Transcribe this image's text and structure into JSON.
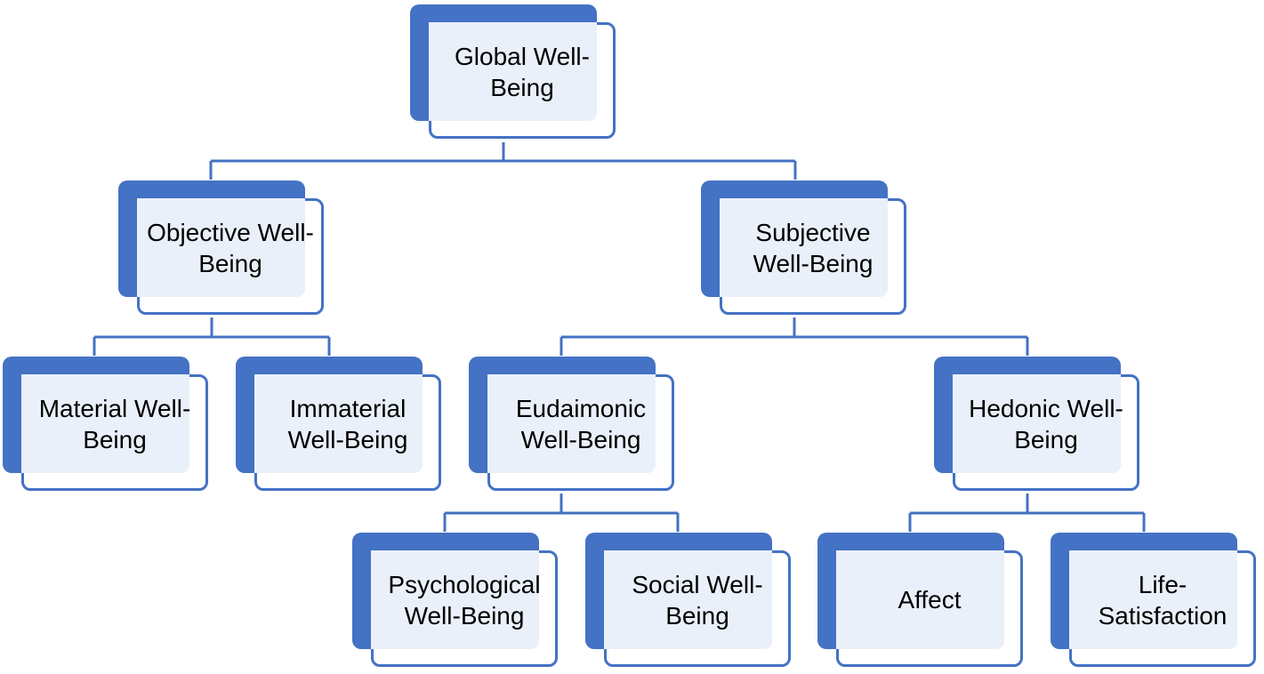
{
  "colors": {
    "accent": "#4472c4",
    "card_fill": "#eaf0f9",
    "text": "#000000"
  },
  "nodes": {
    "global": "Global Well-Being",
    "objective": "Objective Well-Being",
    "subjective": "Subjective Well-Being",
    "material": "Material Well-Being",
    "immaterial": "Immaterial Well-Being",
    "eudaimonic": "Eudaimonic Well-Being",
    "hedonic": "Hedonic Well-Being",
    "psychological": "Psychological Well-Being",
    "social": "Social Well-Being",
    "affect": "Affect",
    "life_satisfaction": "Life-Satisfaction"
  }
}
